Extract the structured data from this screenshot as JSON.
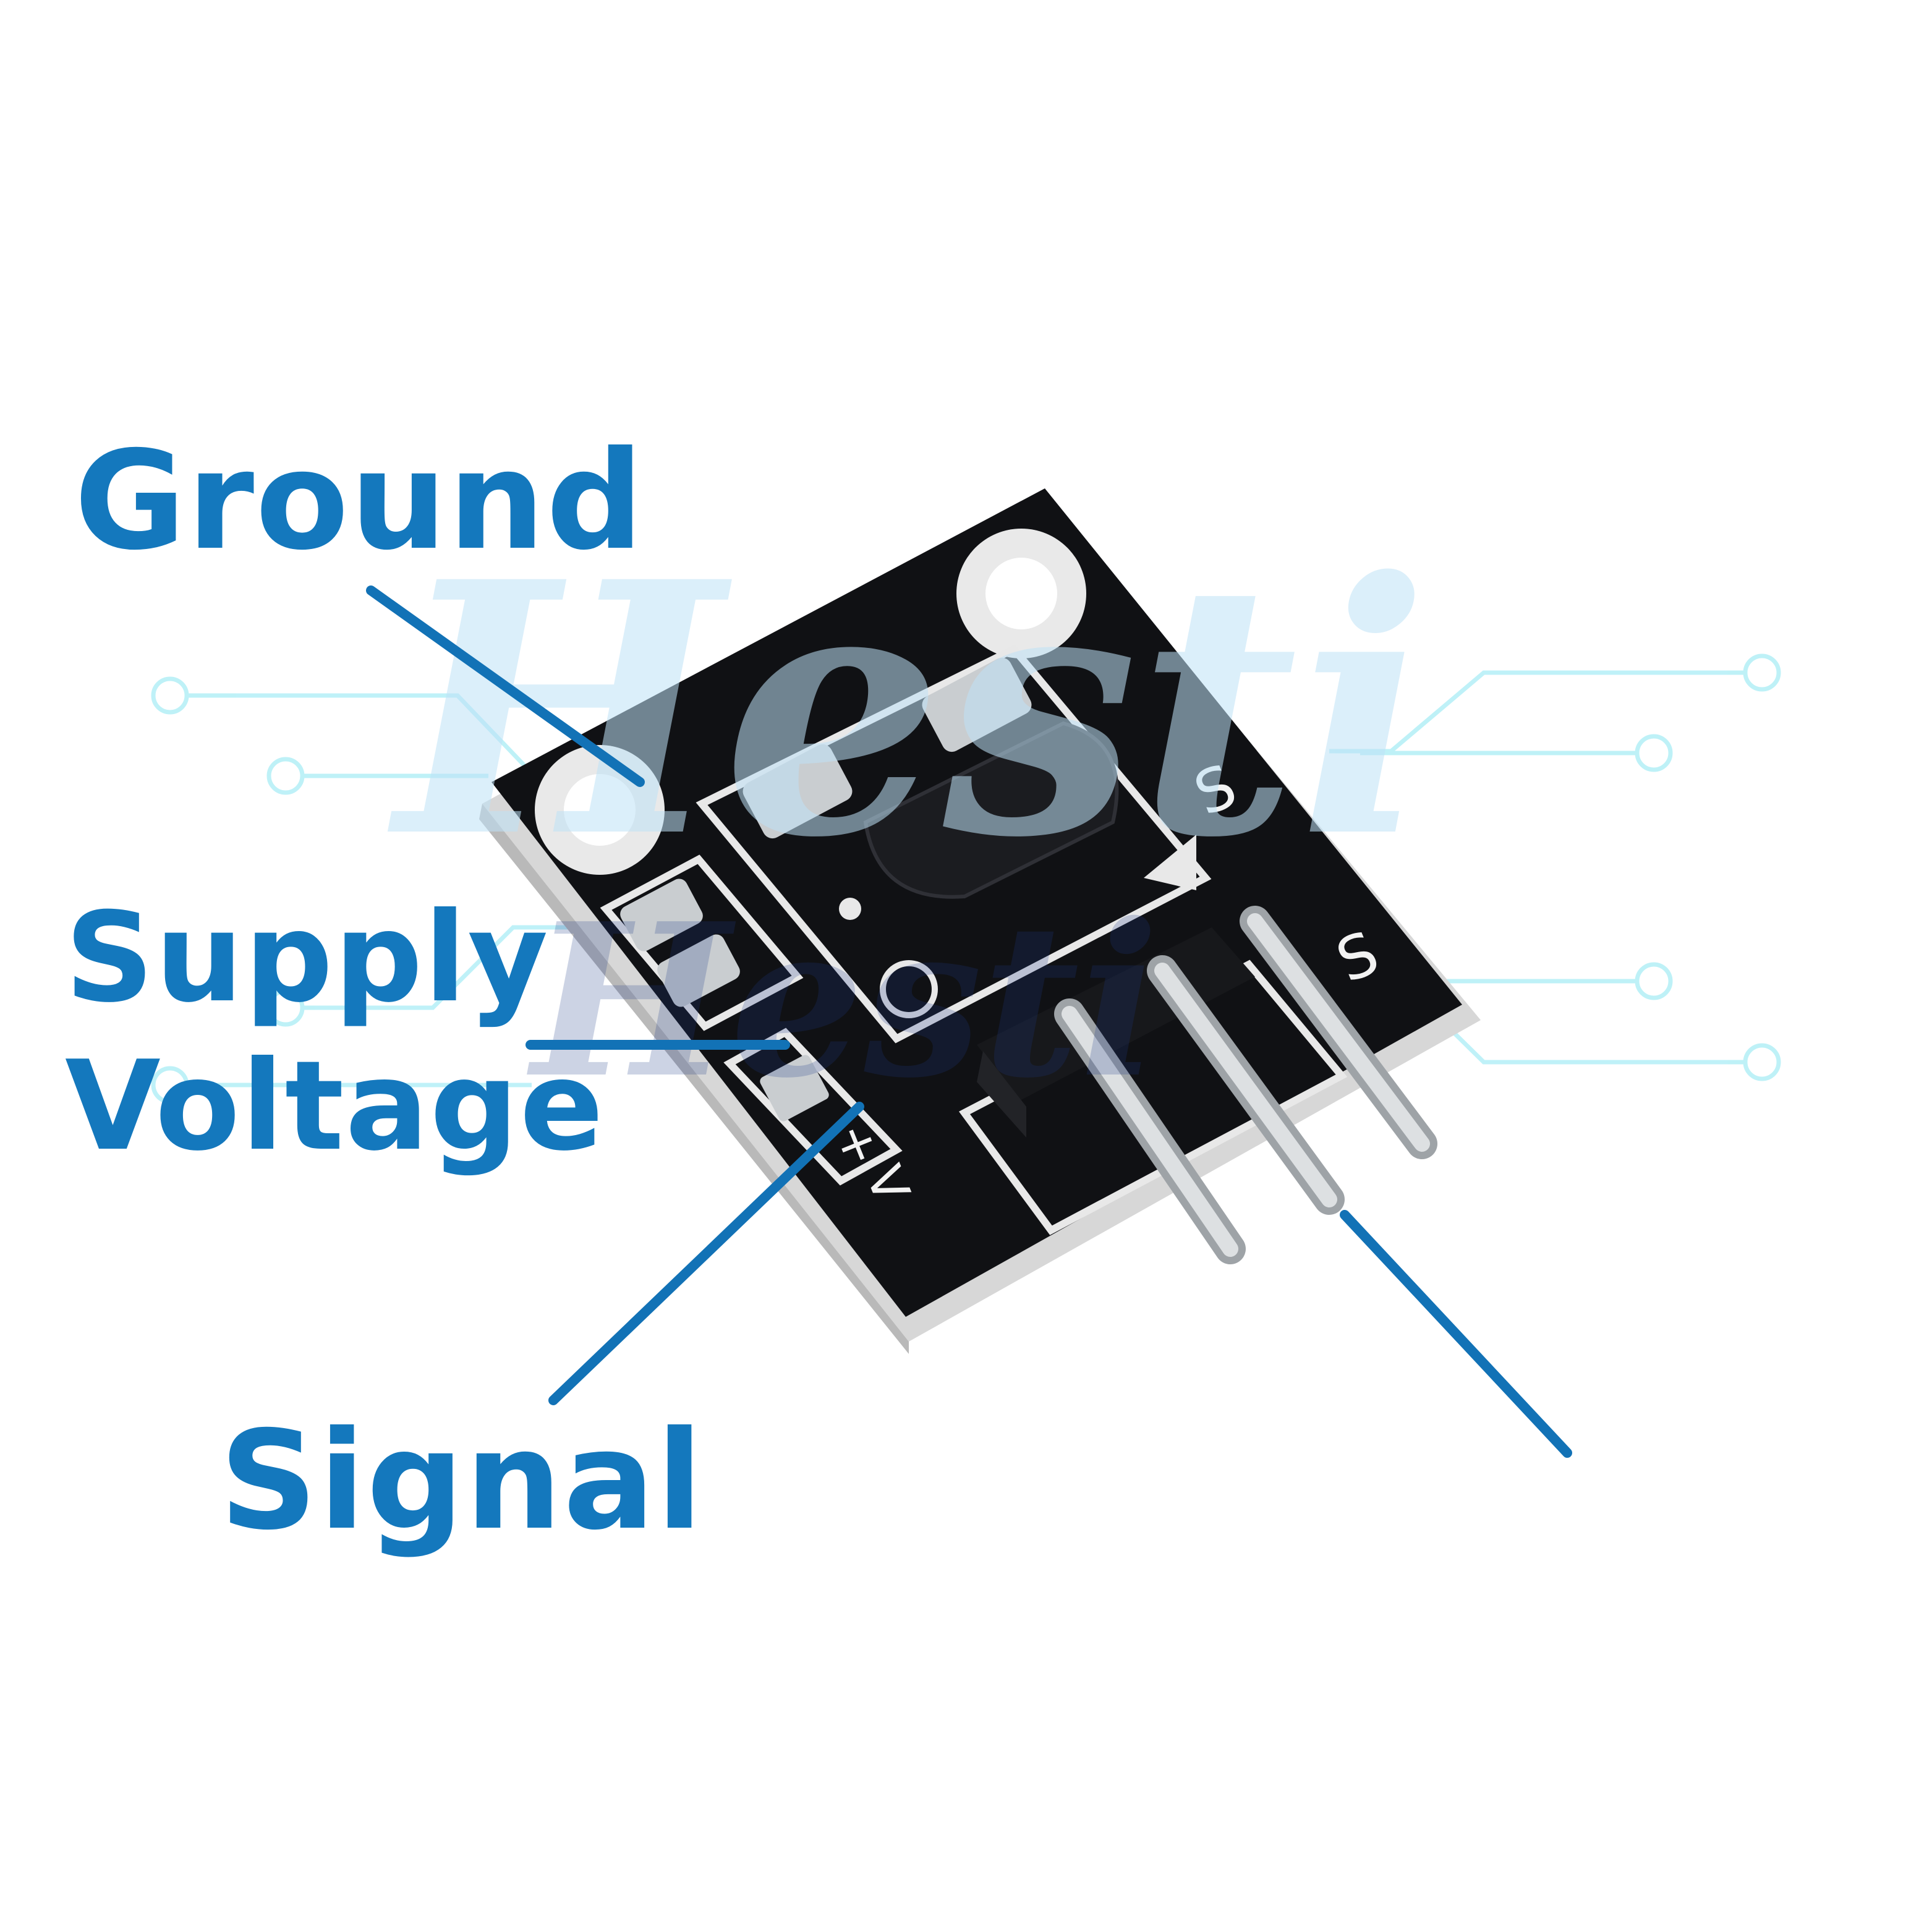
{
  "labels": {
    "ground": "Ground",
    "supply_line1": "Supply",
    "supply_line2": "Voltage",
    "signal": "Signal"
  },
  "board": {
    "silkscreen_s_top": "S",
    "silkscreen_s_right": "S",
    "silkscreen_v": "V",
    "silkscreen_plus": "+"
  },
  "watermark": {
    "line1": "Hesti",
    "line2": "Hesti"
  },
  "colors": {
    "label_blue": "#1478bd",
    "leader_blue": "#1272b6",
    "pcb_black": "#101114",
    "pcb_edge": "#d7d7d7",
    "circuit_cyan": "#b8f0f7",
    "pin_silver": "#cfd3d6",
    "header_black": "#17181b"
  }
}
